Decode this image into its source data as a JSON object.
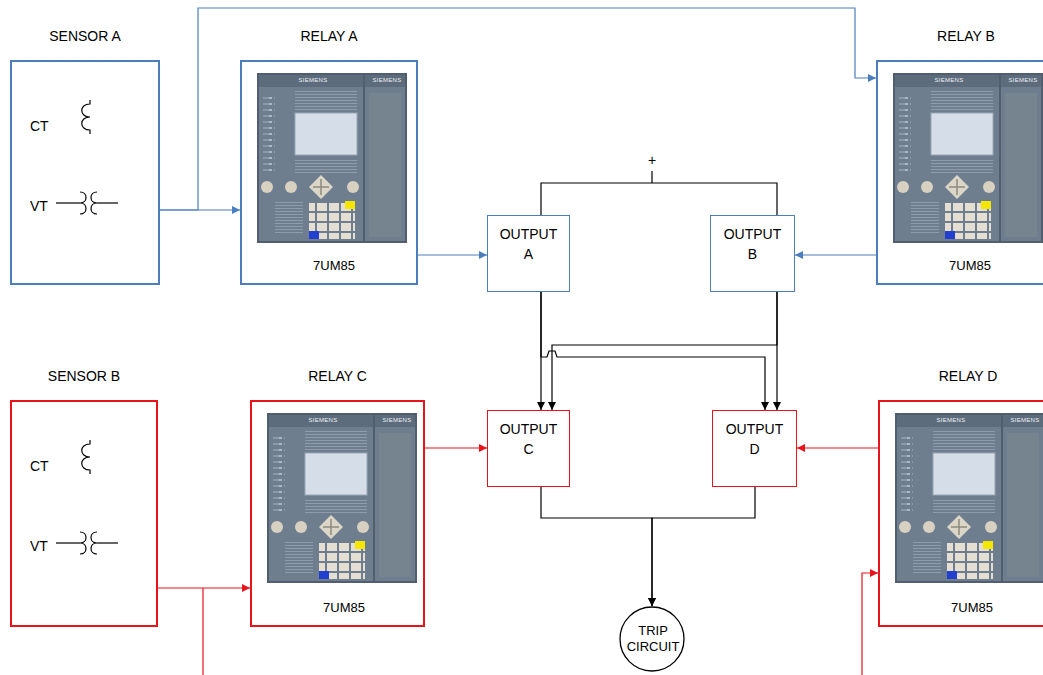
{
  "diagram": {
    "nodes": [
      {
        "text": [
          "SENSOR A",
          "CT",
          "VT"
        ]
      },
      {
        "text": [
          "RELAY A",
          "SIEMENS",
          "SIEMENS",
          "7UM85"
        ]
      },
      {
        "text": [
          "RELAY B",
          "SIEMENS",
          "SIEMENS",
          "7UM85"
        ]
      },
      {
        "text": [
          "OUTPUT A"
        ]
      },
      {
        "text": [
          "OUTPUT B"
        ]
      },
      {
        "text": [
          "SENSOR B",
          "CT",
          "VT"
        ]
      },
      {
        "text": [
          "RELAY C",
          "SIEMENS",
          "SIEMENS",
          "7UM85"
        ]
      },
      {
        "text": [
          "RELAY D",
          "SIEMENS",
          "SIEMENS",
          "7UM85"
        ]
      },
      {
        "text": [
          "OUTPUT C"
        ]
      },
      {
        "text": [
          "OUTPUT D"
        ]
      },
      {
        "text": [
          "TRIP CIRCUIT"
        ]
      }
    ],
    "edges": [
      {
        "from": 0,
        "to": 1,
        "arrow": "to"
      },
      {
        "from": 0,
        "to": 2,
        "arrow": "to"
      },
      {
        "from": 1,
        "to": 3,
        "arrow": "to"
      },
      {
        "from": 2,
        "to": 4,
        "arrow": "to"
      },
      {
        "from": 3,
        "to": 4,
        "arrow": "none"
      },
      {
        "from": 3,
        "to": 8,
        "arrow": "to"
      },
      {
        "from": 3,
        "to": 9,
        "arrow": "to"
      },
      {
        "from": 4,
        "to": 8,
        "arrow": "to"
      },
      {
        "from": 4,
        "to": 9,
        "arrow": "to"
      },
      {
        "from": 6,
        "to": 8,
        "arrow": "to"
      },
      {
        "from": 7,
        "to": 9,
        "arrow": "to"
      },
      {
        "from": 8,
        "to": 10,
        "arrow": "to"
      },
      {
        "from": 9,
        "to": 10,
        "arrow": "to"
      },
      {
        "from": 5,
        "to": 6,
        "arrow": "to"
      }
    ],
    "labels": [
      "+"
    ]
  }
}
